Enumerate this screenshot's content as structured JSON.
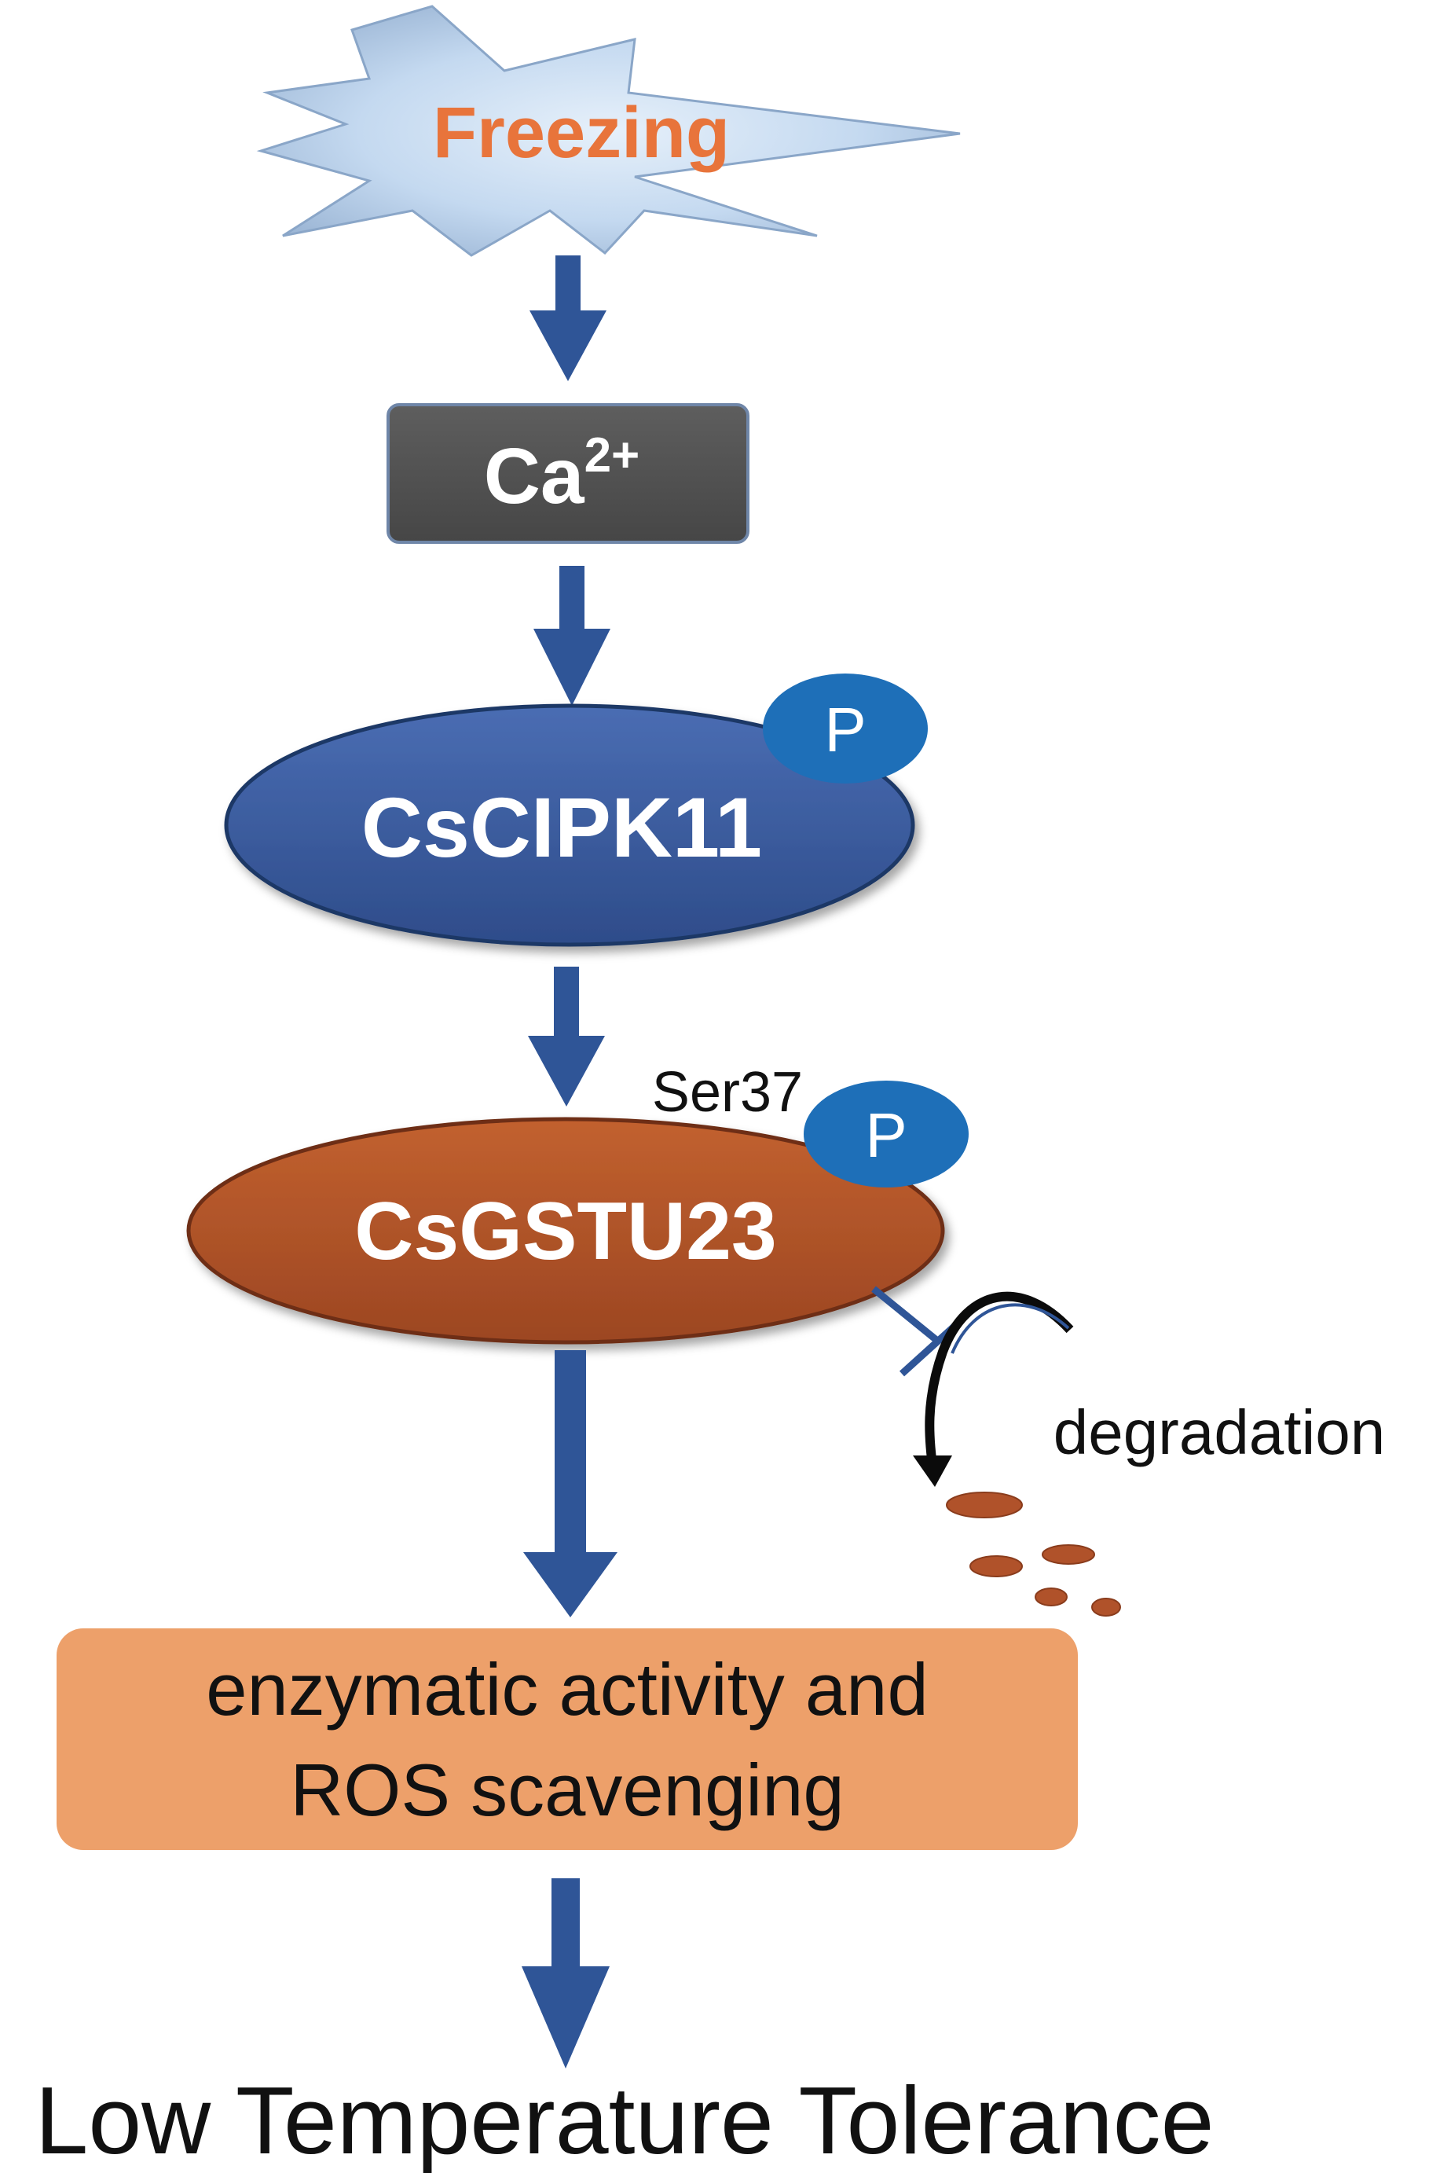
{
  "stimulus": {
    "label": "Freezing",
    "text_color": "#E8743B",
    "fill_color": "#C9DDF2"
  },
  "calcium": {
    "base": "Ca",
    "superscript": "2+",
    "fill_color": "#555555"
  },
  "kinase": {
    "label": "CsCIPK11",
    "phospho_label": "P",
    "fill_color": "#3A5A9B"
  },
  "target": {
    "label": "CsGSTU23",
    "site_label": "Ser37",
    "phospho_label": "P",
    "fill_color": "#B0522A"
  },
  "degradation": {
    "label": "degradation",
    "fragment_color": "#B0522A"
  },
  "outcome_box": {
    "line1": "enzymatic activity and",
    "line2": "ROS scavenging",
    "fill_color": "#EDA06A"
  },
  "result": {
    "label": "Low Temperature Tolerance"
  },
  "colors": {
    "arrow": "#2F5597",
    "phospho_badge": "#1E6FB8"
  }
}
